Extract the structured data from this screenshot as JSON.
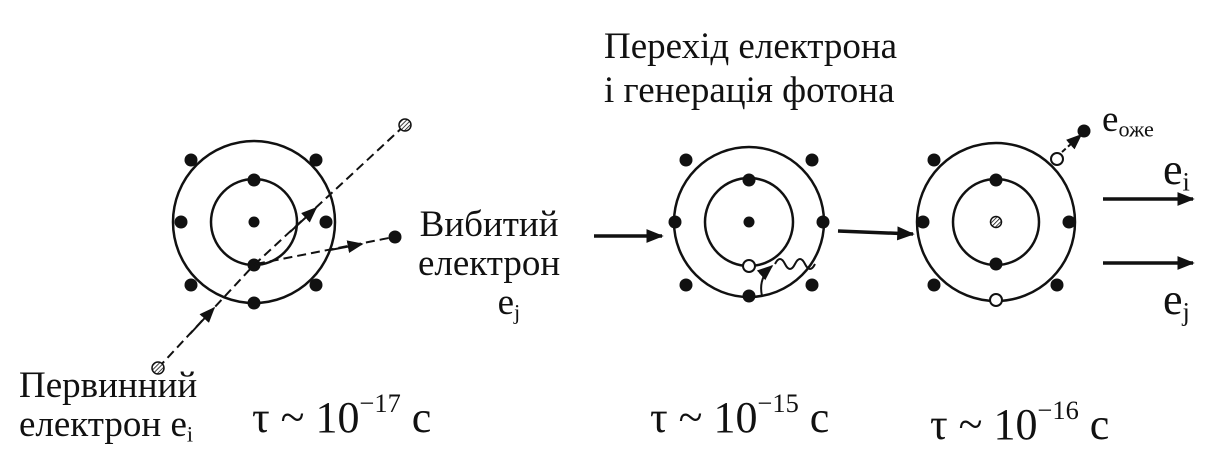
{
  "labels": {
    "transition_line1": "Перехід електрона",
    "transition_line2": "і генерація фотона",
    "knocked_line1": "Вибитий",
    "knocked_line2": "електрон",
    "knocked_symbol": "e",
    "knocked_sub": "j",
    "primary_line1": "Первинний",
    "primary_line2": "електрон e",
    "primary_sub": "i",
    "auger_symbol": "e",
    "auger_sub": "оже",
    "out_i_symbol": "e",
    "out_i_sub": "i",
    "out_j_symbol": "e",
    "out_j_sub": "j"
  },
  "times": [
    {
      "prefix": "τ ~ 10",
      "exponent": "−17",
      "unit": " с"
    },
    {
      "prefix": "τ ~ 10",
      "exponent": "−15",
      "unit": " с"
    },
    {
      "prefix": "τ ~ 10",
      "exponent": "−16",
      "unit": " с"
    }
  ],
  "colors": {
    "ink": "#111111",
    "background": "#ffffff"
  }
}
